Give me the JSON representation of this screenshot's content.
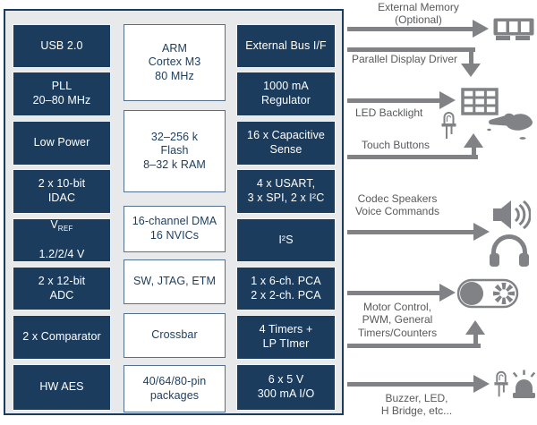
{
  "colors": {
    "navy": "#1c3c5e",
    "box_bg": "#e8e9ea",
    "icon_gray": "#808285",
    "text_gray": "#58595b",
    "white_box_border": "#53718f"
  },
  "mcu_box": {
    "analog_column": [
      {
        "text": "USB 2.0"
      },
      {
        "text": "PLL\n20–80 MHz"
      },
      {
        "text": "Low Power"
      },
      {
        "text": "2 x 10-bit\nIDAC"
      },
      {
        "base": "V",
        "sub": "REF",
        "value": "1.2/2/4 V"
      },
      {
        "text": "2 x 12-bit\nADC"
      },
      {
        "text": "2 x Comparator"
      },
      {
        "text": "HW AES"
      }
    ],
    "core_column": [
      {
        "text": "ARM\nCortex M3\n80 MHz"
      },
      {
        "text": "32–256 k\nFlash\n8–32 k RAM"
      },
      {
        "text": "16-channel DMA\n16 NVICs"
      },
      {
        "text": "SW, JTAG, ETM"
      },
      {
        "text": "Crossbar"
      },
      {
        "text": "40/64/80-pin\npackages"
      }
    ],
    "peripheral_column": [
      {
        "text": "External Bus I/F"
      },
      {
        "text": "1000 mA\nRegulator"
      },
      {
        "text": "16 x Capacitive\nSense"
      },
      {
        "text": "4 x USART,\n3 x SPI, 2 x I²C"
      },
      {
        "text": "I²S"
      },
      {
        "text": "1 x 6-ch. PCA\n2 x 2-ch. PCA"
      },
      {
        "text": "4 Timers +\nLP TImer"
      },
      {
        "text": "6 x 5 V\n300 mA I/O"
      }
    ]
  },
  "annotations": [
    {
      "label": "External Memory\n(Optional)",
      "icons": [
        "memory-module-icon"
      ]
    },
    {
      "label": "Parallel Display Driver",
      "icons": []
    },
    {
      "label": "LED Backlight",
      "icons": [
        "display-grid-icon",
        "led-icon",
        "hand-touch-icon"
      ]
    },
    {
      "label": "Touch Buttons",
      "icons": []
    },
    {
      "label": "Codec Speakers\nVoice Commands",
      "icons": [
        "speaker-icon",
        "headphones-icon"
      ]
    },
    {
      "label": "Motor Control,\nPWM, General\nTimers/Counters",
      "icons": [
        "motor-icon"
      ]
    },
    {
      "label": "Buzzer, LED,\nH Bridge, etc...",
      "icons": [
        "led-icon",
        "siren-icon"
      ]
    }
  ]
}
